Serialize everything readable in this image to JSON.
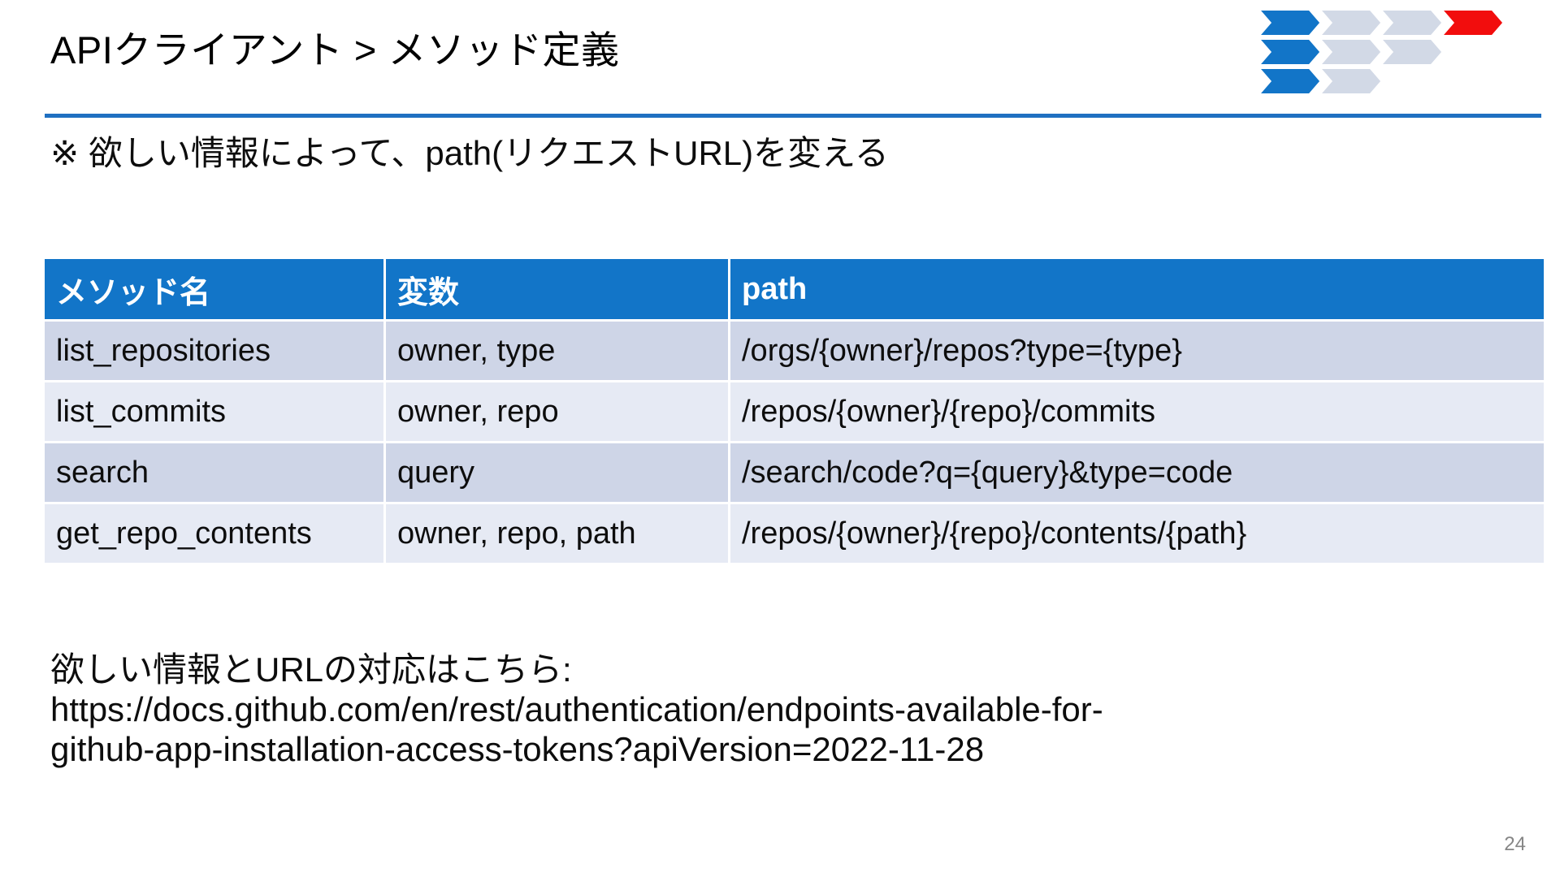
{
  "slide": {
    "title": "APIクライアント > メソッド定義",
    "note": "※ 欲しい情報によって、path(リクエストURL)を変える",
    "page_number": "24",
    "accent_color": "#1275c8",
    "rule_color": "#1f70c1",
    "row_odd_color": "#ced5e7",
    "row_even_color": "#e6eaf4",
    "logo_red": "#f20d0d",
    "logo_grey": "#d2d9e6"
  },
  "table": {
    "headers": [
      "メソッド名",
      "変数",
      "path"
    ],
    "rows": [
      {
        "method": "list_repositories",
        "variables": "owner, type",
        "path": "/orgs/{owner}/repos?type={type}"
      },
      {
        "method": "list_commits",
        "variables": "owner, repo",
        "path": "/repos/{owner}/{repo}/commits"
      },
      {
        "method": "search",
        "variables": "query",
        "path": "/search/code?q={query}&type=code"
      },
      {
        "method": "get_repo_contents",
        "variables": "owner, repo, path",
        "path": "/repos/{owner}/{repo}/contents/{path}"
      }
    ]
  },
  "footer": {
    "lines": [
      "欲しい情報とURLの対応はこちら:",
      "https://docs.github.com/en/rest/authentication/endpoints-available-for-",
      "github-app-installation-access-tokens?apiVersion=2022-11-28"
    ]
  }
}
